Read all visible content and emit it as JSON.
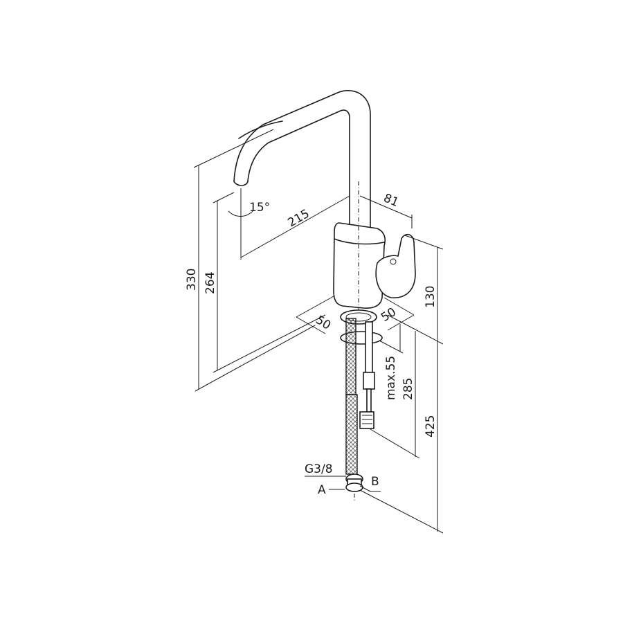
{
  "title": "Faucet dimension drawing",
  "dimensions": {
    "total_height": "330",
    "spout_height": "264",
    "swivel_angle": "15°",
    "spout_reach": "215",
    "handle_depth": "81",
    "body_height": "130",
    "base_left": "50",
    "base_right": "50",
    "max_deck_thickness": "max.55",
    "shank_length": "285",
    "hose_length": "425"
  },
  "connections": {
    "thread": "G3/8",
    "a": "A",
    "b": "B"
  }
}
